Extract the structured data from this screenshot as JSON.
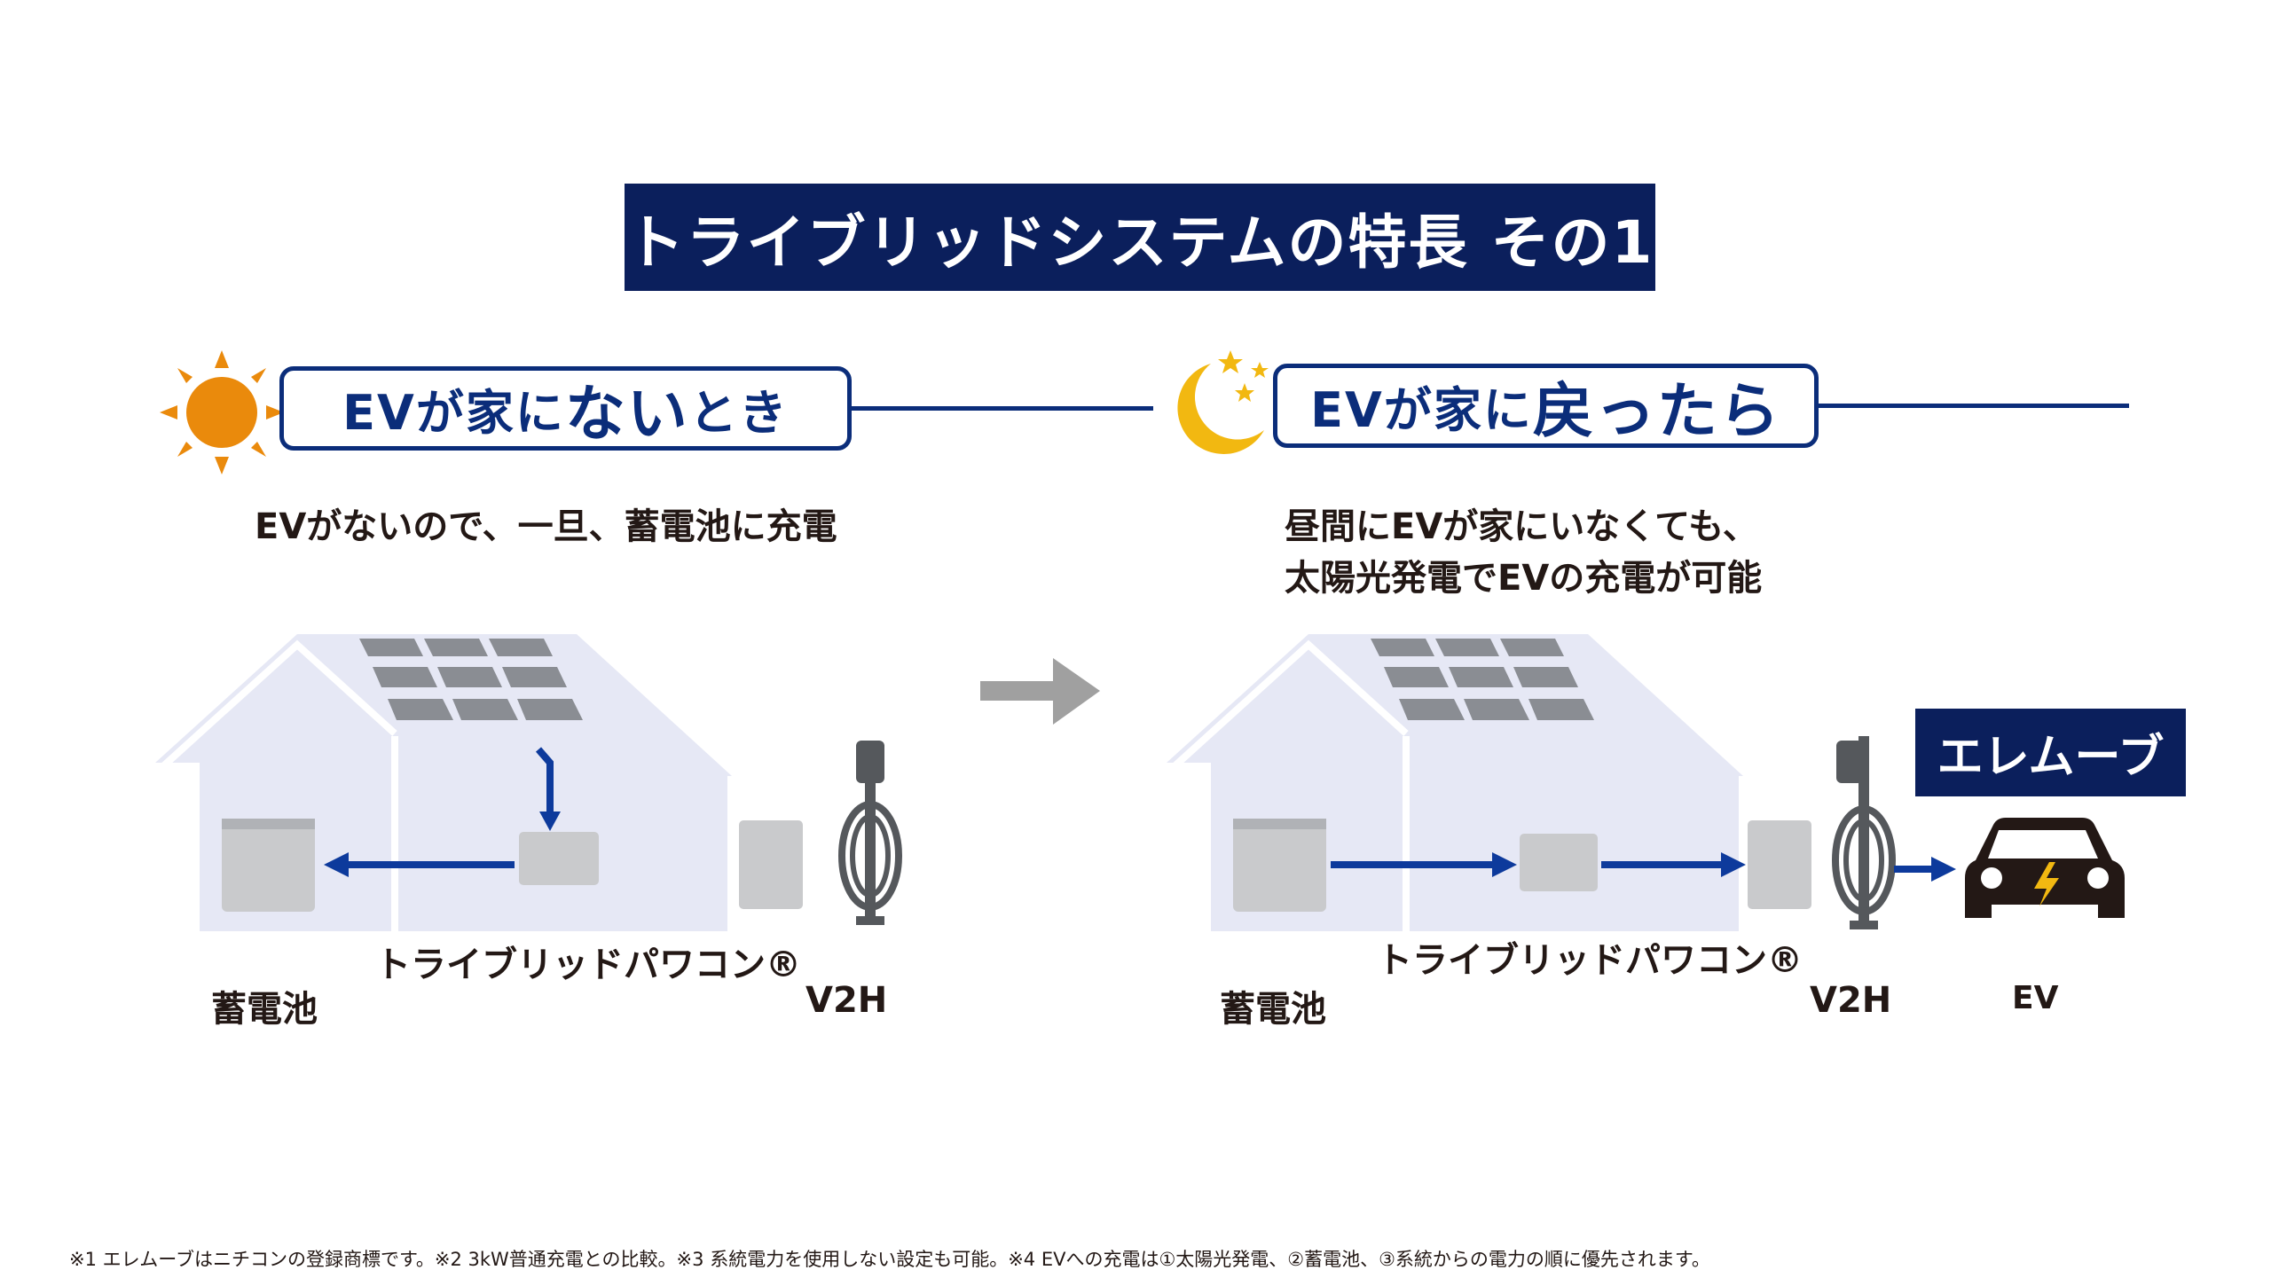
{
  "title": "トライブリッドシステムの特長 その1",
  "left_panel": {
    "badge_prefix": "EVが家に",
    "badge_emphasis": "ない",
    "badge_suffix": "とき",
    "description": "EVがないので、一旦、蓄電池に充電",
    "labels": {
      "battery": "蓄電池",
      "power_conditioner": "トライブリッドパワコン®",
      "v2h": "V2H"
    }
  },
  "right_panel": {
    "badge_prefix": "EVが家に",
    "badge_emphasis": "戻ったら",
    "description_line1": "昼間にEVが家にいなくても、",
    "description_line2": "太陽光発電でEVの充電が可能",
    "brand_label": "エレムーブ",
    "labels": {
      "battery": "蓄電池",
      "power_conditioner": "トライブリッドパワコン®",
      "v2h": "V2H",
      "ev": "EV"
    }
  },
  "footnote": "※1 エレムーブはニチコンの登録商標です。※2 3kW普通充電との比較。※3 系統電力を使用しない設定も可能。※4 EVへの充電は①太陽光発電、②蓄電池、③系統からの電力の順に優先されます。",
  "colors": {
    "navy": "#0b1f5c",
    "arrow_blue": "#0d3a9c",
    "sun": "#ea8a0c",
    "moon": "#f2b811",
    "house": "#e6e8f5"
  }
}
